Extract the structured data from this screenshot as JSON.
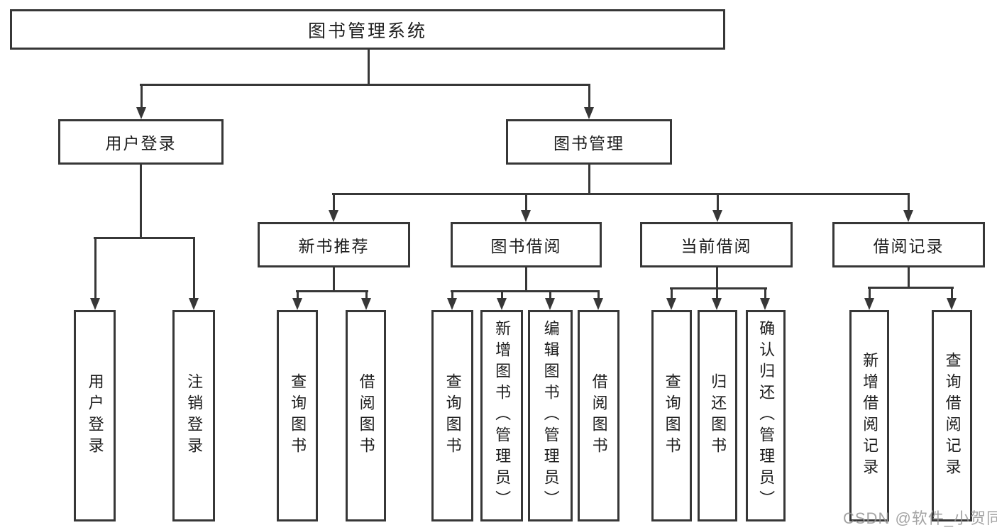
{
  "diagram_title": "图书管理系统",
  "colors": {
    "line": "#373737",
    "text": "#1d1d1d",
    "background": "#ffffff",
    "watermark": "#949494"
  },
  "nodes": {
    "root": {
      "label": "图书管理系统"
    },
    "user_login": {
      "label": "用户登录"
    },
    "book_mgmt": {
      "label": "图书管理"
    },
    "new_book_rec": {
      "label": "新书推荐"
    },
    "book_borrow": {
      "label": "图书借阅"
    },
    "current_borrow": {
      "label": "当前借阅"
    },
    "borrow_record": {
      "label": "借阅记录"
    },
    "leaf_login": {
      "label": "用户登录"
    },
    "leaf_logout": {
      "label": "注销登录"
    },
    "rec_query": {
      "label": "查询图书"
    },
    "rec_borrow": {
      "label": "借阅图书"
    },
    "bb_query": {
      "label": "查询图书"
    },
    "bb_add": {
      "label": "新增图书（管理员）"
    },
    "bb_edit": {
      "label": "编辑图书（管理员）"
    },
    "bb_borrow": {
      "label": "借阅图书"
    },
    "cb_query": {
      "label": "查询图书"
    },
    "cb_return": {
      "label": "归还图书"
    },
    "cb_confirm": {
      "label": "确认归还（管理员）"
    },
    "br_add": {
      "label": "新增借阅记录"
    },
    "br_query": {
      "label": "查询借阅记录"
    }
  },
  "hierarchy": {
    "图书管理系统": {
      "用户登录": [
        "用户登录",
        "注销登录"
      ],
      "图书管理": {
        "新书推荐": [
          "查询图书",
          "借阅图书"
        ],
        "图书借阅": [
          "查询图书",
          "新增图书（管理员）",
          "编辑图书（管理员）",
          "借阅图书"
        ],
        "当前借阅": [
          "查询图书",
          "归还图书",
          "确认归还（管理员）"
        ],
        "借阅记录": [
          "新增借阅记录",
          "查询借阅记录"
        ]
      }
    }
  },
  "watermark": "CSDN @软件_小贺同学"
}
